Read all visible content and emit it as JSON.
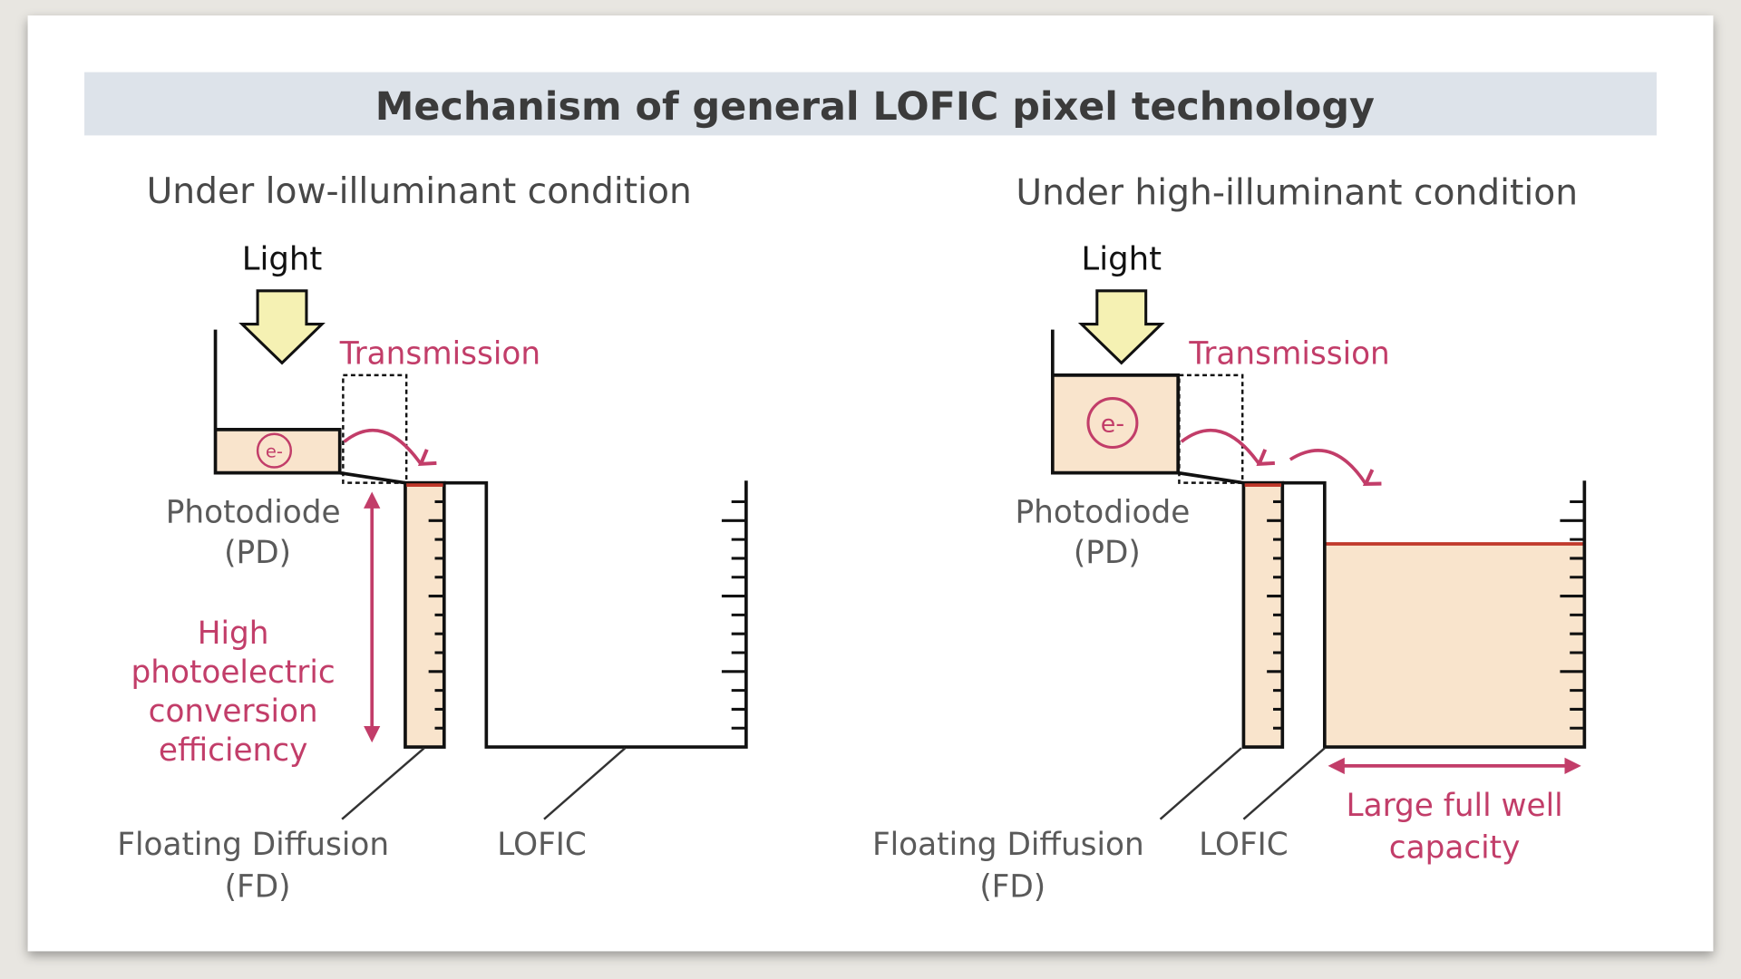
{
  "title": "Mechanism of general LOFIC pixel technology",
  "colors": {
    "accent": "#c23d69",
    "fill": "#f9e4cc",
    "arrow_fill": "#f5f1b3",
    "title_bg": "#dde3ea",
    "level_line": "#c0392b"
  },
  "left": {
    "heading": "Under low-illuminant condition",
    "light": "Light",
    "transmission": "Transmission",
    "electron": "e-",
    "photodiode": [
      "Photodiode",
      "(PD)"
    ],
    "efficiency": [
      "High",
      "photoelectric",
      "conversion",
      "efficiency"
    ],
    "fd": [
      "Floating Diffusion",
      "(FD)"
    ],
    "lofic": "LOFIC"
  },
  "right": {
    "heading": "Under high-illuminant condition",
    "light": "Light",
    "transmission": "Transmission",
    "electron": "e-",
    "photodiode": [
      "Photodiode",
      "(PD)"
    ],
    "capacity": [
      "Large full well",
      "capacity"
    ],
    "fd": [
      "Floating Diffusion",
      "(FD)"
    ],
    "lofic": "LOFIC"
  }
}
